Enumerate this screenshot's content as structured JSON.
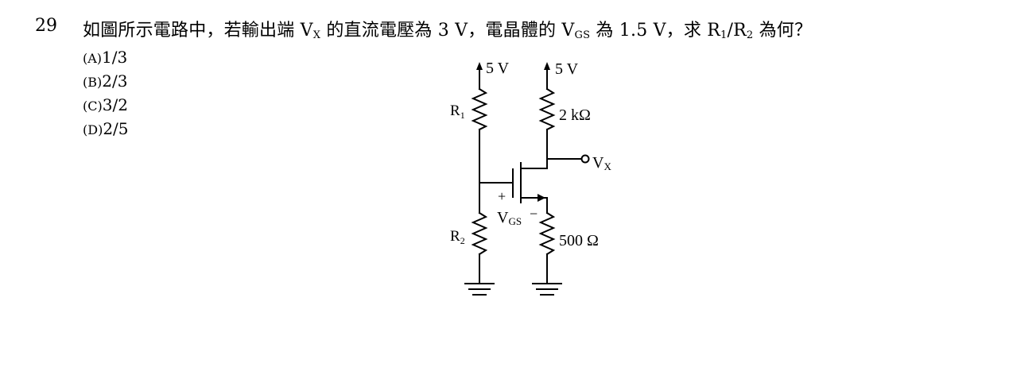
{
  "question": {
    "number": "29",
    "text_a": "如圖所示電路中，若輸出端 V",
    "sub_x": "X",
    "text_b": " 的直流電壓為 3 V，電晶體的 V",
    "sub_gs": "GS",
    "text_c": " 為 1.5 V，求 R",
    "sub_1": "1",
    "text_d": "/R",
    "sub_2": "2",
    "text_e": " 為何？"
  },
  "options": [
    {
      "letter": "(A)",
      "value": "1/3"
    },
    {
      "letter": "(B)",
      "value": "2/3"
    },
    {
      "letter": "(C)",
      "value": "3/2"
    },
    {
      "letter": "(D)",
      "value": "2/5"
    }
  ],
  "circuit": {
    "supply_left": "5 V",
    "supply_right": "5 V",
    "r1_main": "R",
    "r1_sub": "1",
    "r2_main": "R",
    "r2_sub": "2",
    "rd_label": "2 kΩ",
    "rs_label": "500 Ω",
    "vx_main": "V",
    "vx_sub": "X",
    "vgs_main": "V",
    "vgs_sub": "GS",
    "plus_sign": "+",
    "minus_sign": "−"
  }
}
